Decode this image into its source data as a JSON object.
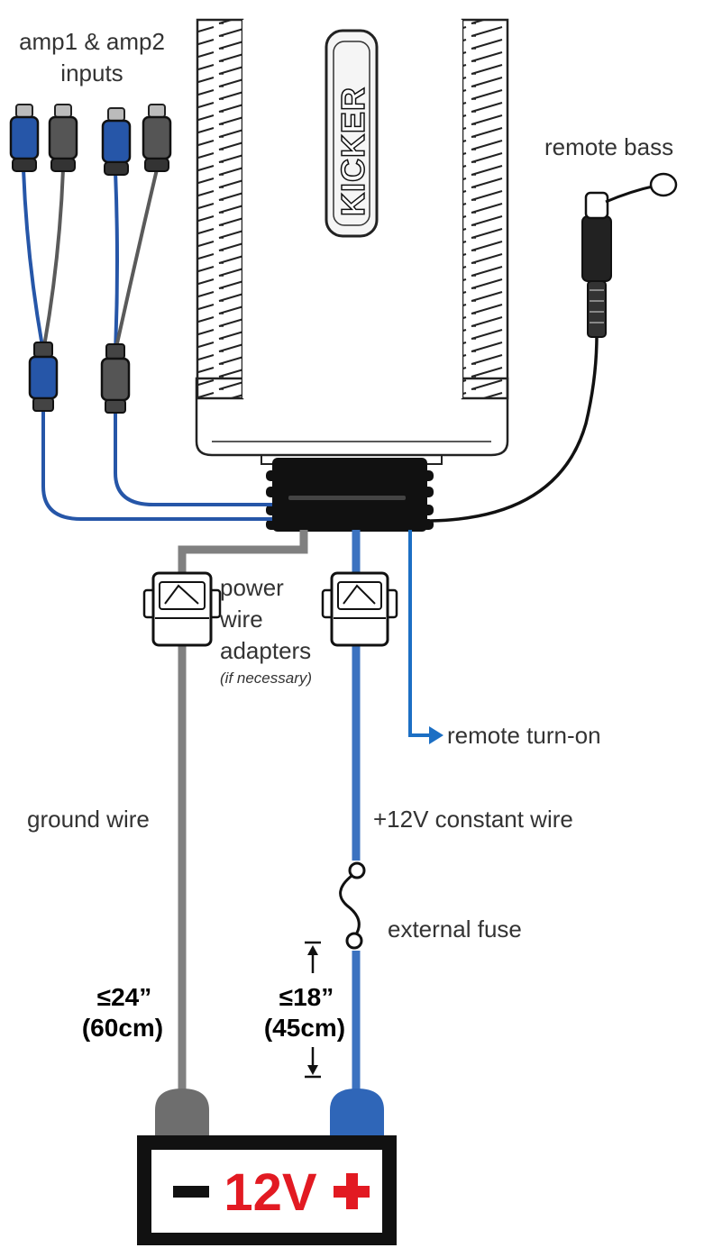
{
  "labels": {
    "inputs_line1": "amp1 & amp2",
    "inputs_line2": "inputs",
    "remote_bass": "remote bass",
    "power_line1": "power",
    "power_line2": "wire",
    "power_line3": "adapters",
    "power_note": "(if necessary)",
    "remote_turn_on": "remote turn-on",
    "ground_wire": "ground wire",
    "constant_wire": "+12V constant wire",
    "external_fuse": "external fuse",
    "ground_len1": "≤24”",
    "ground_len2": "(60cm)",
    "fuse_len1": "≤18”",
    "fuse_len2": "(45cm)"
  },
  "amp": {
    "brand": "KICKER"
  },
  "battery": {
    "minus": "–",
    "voltage": "12V",
    "plus": "+"
  },
  "colors": {
    "blue_wire": "#2656a8",
    "gray_wire": "#7d7d7d",
    "power_blue": "#3b72c0",
    "remote_blue": "#1c6fc4",
    "battery_red": "#e21a22",
    "terminal_gray": "#6e6e6e",
    "terminal_blue": "#2f66b8"
  }
}
